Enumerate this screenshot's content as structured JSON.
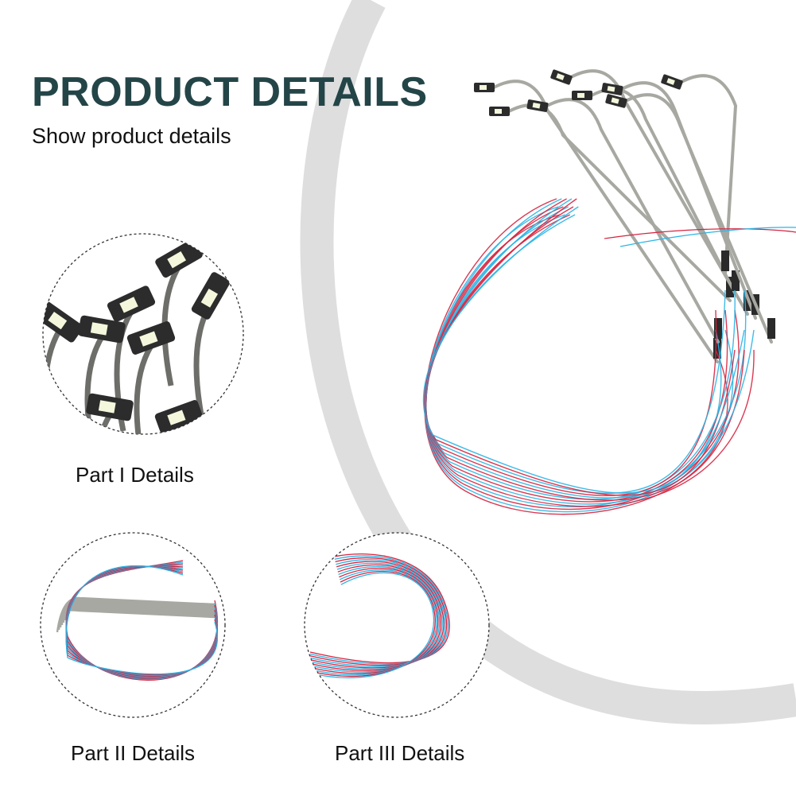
{
  "header": {
    "title": "PRODUCT DETAILS",
    "subtitle": "Show product details"
  },
  "details": [
    {
      "caption": "Part I Details"
    },
    {
      "caption": "Part II Details"
    },
    {
      "caption": "Part III Details"
    }
  ],
  "colors": {
    "title": "#244548",
    "arc": "#dedede",
    "wire_red": "#d6243f",
    "wire_blue": "#2ab4e6",
    "pole": "#a8a8a2",
    "lamp_head": "#2c2c2c",
    "lamp_led": "#f4f7dc"
  },
  "icons": {
    "lamp": "street-lamp-icon"
  }
}
